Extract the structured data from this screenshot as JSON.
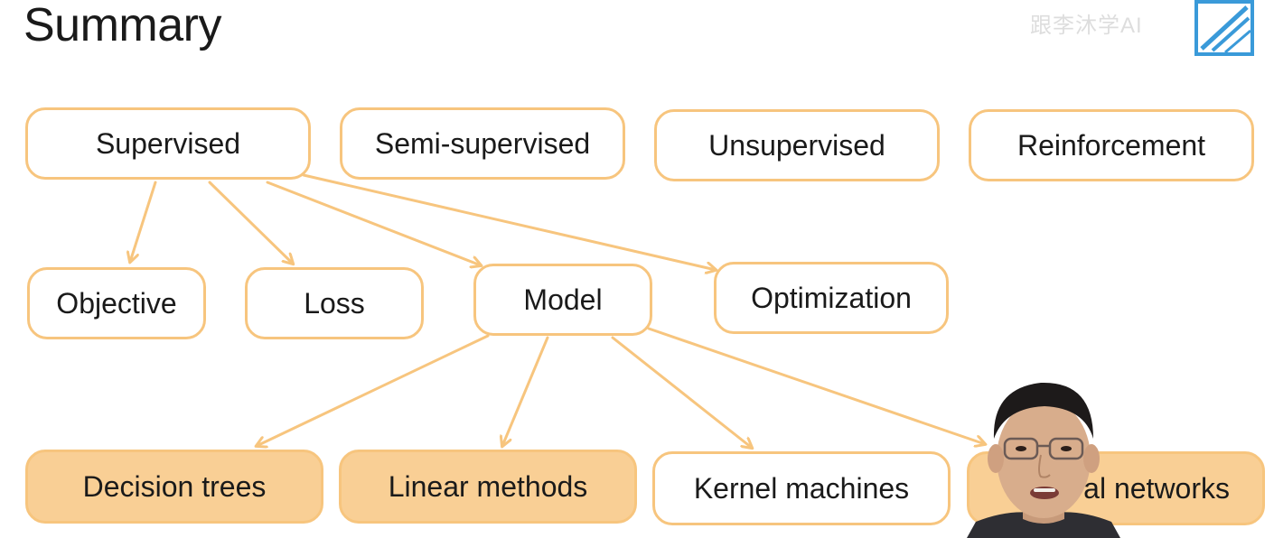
{
  "slide": {
    "title": "Summary"
  },
  "watermark": {
    "text": "跟李沐学AI",
    "logo_icon": "bilibili-logo-icon"
  },
  "colors": {
    "node_border": "#f7c57e",
    "node_fill_highlight": "#f9cf95",
    "edge": "#f7c57e",
    "text": "#1a1a1a"
  },
  "categories": [
    {
      "id": "supervised",
      "label": "Supervised"
    },
    {
      "id": "semi-supervised",
      "label": "Semi-supervised"
    },
    {
      "id": "unsupervised",
      "label": "Unsupervised"
    },
    {
      "id": "reinforcement",
      "label": "Reinforcement"
    }
  ],
  "components": [
    {
      "id": "objective",
      "label": "Objective"
    },
    {
      "id": "loss",
      "label": "Loss"
    },
    {
      "id": "model",
      "label": "Model"
    },
    {
      "id": "optimization",
      "label": "Optimization"
    }
  ],
  "models": [
    {
      "id": "decision-trees",
      "label": "Decision trees",
      "highlighted": true
    },
    {
      "id": "linear-methods",
      "label": "Linear methods",
      "highlighted": true
    },
    {
      "id": "kernel-machines",
      "label": "Kernel machines",
      "highlighted": false
    },
    {
      "id": "neural-networks",
      "label": "Neural networks",
      "highlighted": true,
      "visible_label": "al networks"
    }
  ],
  "edges": [
    {
      "from": "supervised",
      "to": "objective"
    },
    {
      "from": "supervised",
      "to": "loss"
    },
    {
      "from": "supervised",
      "to": "model"
    },
    {
      "from": "supervised",
      "to": "optimization"
    },
    {
      "from": "model",
      "to": "decision-trees"
    },
    {
      "from": "model",
      "to": "linear-methods"
    },
    {
      "from": "model",
      "to": "kernel-machines"
    },
    {
      "from": "model",
      "to": "neural-networks"
    }
  ]
}
